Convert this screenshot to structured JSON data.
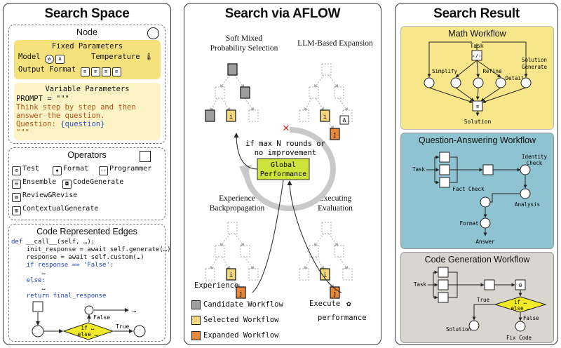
{
  "search_space": {
    "title": "Search Space",
    "node": {
      "title": "Node",
      "fixed_title": "Fixed Parameters",
      "model_label": "Model",
      "temperature_label": "Temperature",
      "output_format_label": "Output Format",
      "variable_title": "Variable Parameters",
      "prompt_line": "PROMPT = \"\"\"",
      "prompt_text_1": "Think step by step and then",
      "prompt_text_2": "answer the question.",
      "prompt_text_3": "Question:",
      "prompt_var": "{question}",
      "prompt_close": "\"\"\""
    },
    "operators": {
      "title": "Operators",
      "items": [
        "Test",
        "Format",
        "Programmer",
        "Ensemble",
        "CodeGenerate",
        "Review&Revise",
        "ContextualGenerate"
      ]
    },
    "edges": {
      "title": "Code Represented Edges",
      "code": [
        "def __call__(self, …):",
        "    init_response = await self.generate(…)",
        "    response = await self.custom(…)",
        "    if response == 'False':",
        "        …",
        "    else:",
        "        …",
        "    return final_response"
      ],
      "cond_label_1": "if …",
      "cond_label_2": "else …",
      "false_label": "False",
      "true_label": "True",
      "ellipsis": "…"
    }
  },
  "search_aflow": {
    "title": "Search via AFLOW",
    "soft_mixed": "Soft Mixed\nProbability Selection",
    "soft_mixed_1": "Soft Mixed",
    "soft_mixed_2": "Probability Selection",
    "llm_expansion": "LLM-Based Expansion",
    "experience_1": "Experience",
    "experience_2": "Backpropagation",
    "executing_1": "Executing",
    "executing_2": "Evaluation",
    "stop_1": "if max N rounds or",
    "stop_2": "no improvement",
    "global_1": "Global",
    "global_2": "Performance",
    "experience_label": "Experience",
    "execute_label": "Execute",
    "performance_label": "performance",
    "node_i": "i",
    "node_j": "j",
    "legend": [
      {
        "label": "Candidate Workflow",
        "color": "#9e9e9e"
      },
      {
        "label": "Selected Workflow",
        "color": "#f4d77c"
      },
      {
        "label": "Expanded Workflow",
        "color": "#e8883a"
      }
    ]
  },
  "search_result": {
    "title": "Search Result",
    "math": {
      "title": "Math Workflow",
      "task": "Task",
      "simplify": "Simplify",
      "refine": "Refine",
      "detail": "Detail",
      "solution_generate_1": "Solution",
      "solution_generate_2": "Generate",
      "solution": "Solution",
      "color": "#f7e68a"
    },
    "qa": {
      "title": "Question-Answering Workflow",
      "task": "Task",
      "identity_check_1": "Identity",
      "identity_check_2": "Check",
      "fact_check": "Fact Check",
      "analysis": "Analysis",
      "format": "Format",
      "answer": "Answer",
      "color": "#8fc3d1"
    },
    "code": {
      "title": "Code Generation Workflow",
      "task": "Task",
      "true_label": "True",
      "false_label": "False",
      "cond_1": "if …",
      "cond_2": "else …",
      "solution": "Solution",
      "fix_code": "Fix Code",
      "color": "#d9d6d0"
    }
  }
}
